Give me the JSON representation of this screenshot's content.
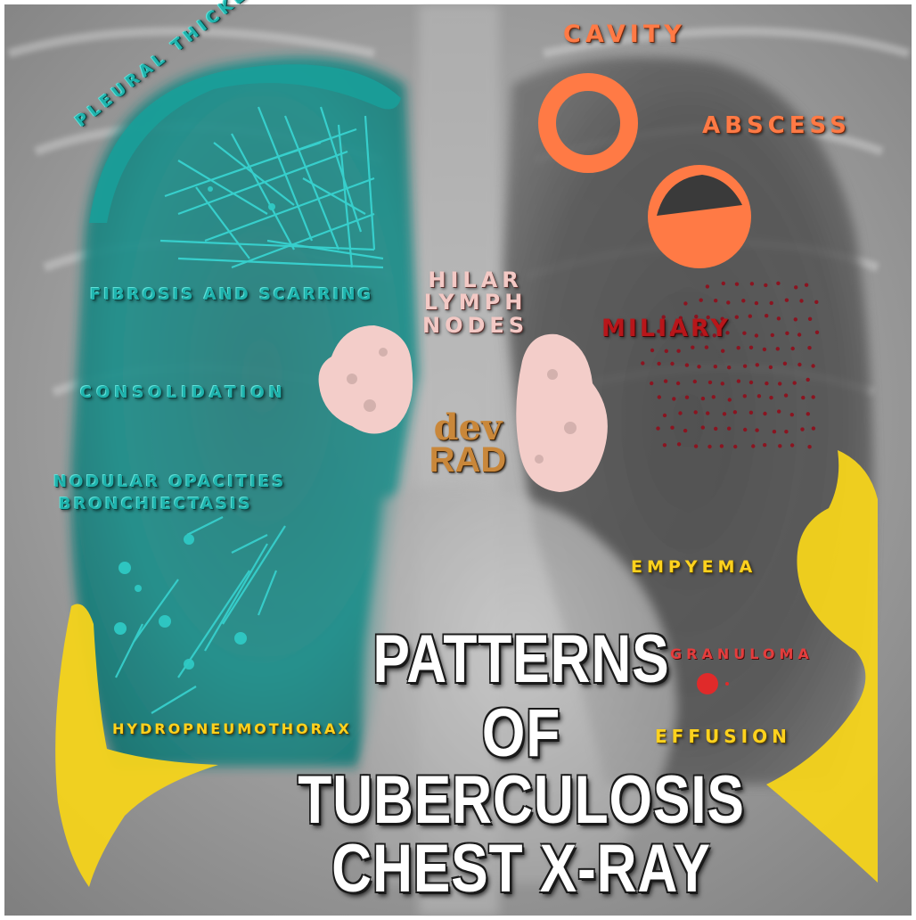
{
  "title": {
    "lines": [
      "PATTERNS",
      "OF",
      "TUBERCULOSIS",
      "CHEST X-RAY"
    ]
  },
  "labels": {
    "pleural_thickening": "PLEURAL THICKENING",
    "cavity": "CAVITY",
    "abscess": "ABSCESS",
    "fibrosis_and_scarring": "FIBROSIS AND SCARRING",
    "hilar_lymph_nodes": [
      "HILAR",
      "LYMPH",
      "NODES"
    ],
    "miliary": "MILIARY",
    "consolidation": "CONSOLIDATION",
    "nodular_opacities": "NODULAR OPACITIES",
    "bronchiectasis": "BRONCHIECTASIS",
    "empyema": "EMPYEMA",
    "granuloma": "GRANULOMA",
    "hydropneumothorax": "HYDROPNEUMOTHORAX",
    "effusion": "EFFUSION"
  },
  "logo": {
    "line1": "dev",
    "line2": "RAD"
  },
  "colors": {
    "teal": "#1a9e99",
    "orange": "#ff7a45",
    "pink": "#f3cdc9",
    "miliary_red": "#8b1420",
    "yellow": "#f4d21c",
    "granuloma_red": "#e02a2a"
  }
}
